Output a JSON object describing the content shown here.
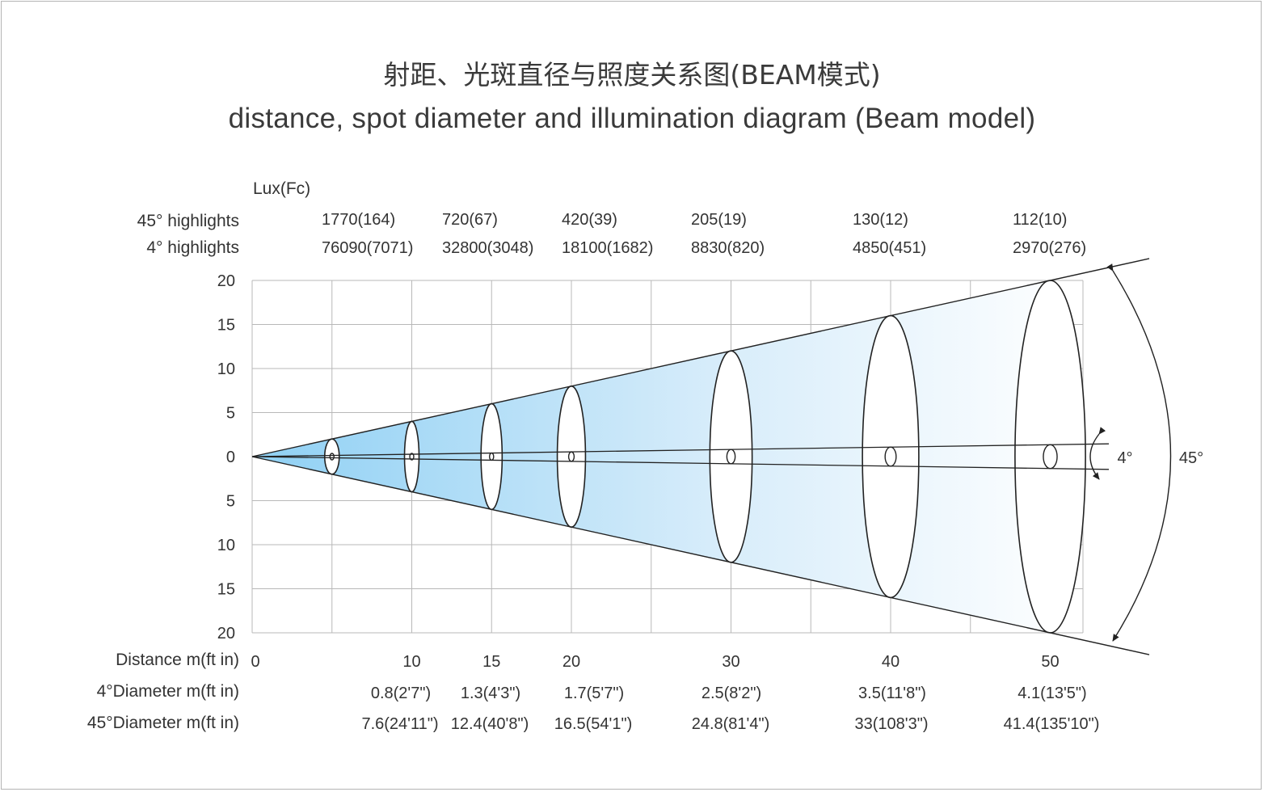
{
  "title_zh": "射距、光斑直径与照度关系图(BEAM模式)",
  "title_en": "distance, spot diameter and illumination diagram (Beam model)",
  "lux_header": "Lux(Fc)",
  "row_labels": {
    "highlights45": "45° highlights",
    "highlights4": "4° highlights",
    "distance": "Distance m(ft in)",
    "diameter4": "4°Diameter m(ft in)",
    "diameter45": "45°Diameter  m(ft in)"
  },
  "y_ticks": [
    "20",
    "15",
    "10",
    "5",
    "0",
    "5",
    "10",
    "15",
    "20"
  ],
  "distances": [
    {
      "d": 5,
      "label": "",
      "lux45": "1770(164)",
      "lux4": "76090(7071)",
      "dia4": "0.8(2'7\")",
      "dia45": "7.6(24'11\")"
    },
    {
      "d": 10,
      "label": "10",
      "lux45": "720(67)",
      "lux4": "32800(3048)",
      "dia4": "1.3(4'3\")",
      "dia45": "12.4(40'8\")"
    },
    {
      "d": 15,
      "label": "15",
      "lux45": "420(39)",
      "lux4": "18100(1682)",
      "dia4": "1.7(5'7\")",
      "dia45": "16.5(54'1\")"
    },
    {
      "d": 20,
      "label": "20",
      "lux45": "205(19)",
      "lux4": "8830(820)",
      "dia4": "2.5(8'2\")",
      "dia45": "24.8(81'4\")"
    },
    {
      "d": 30,
      "label": "30",
      "lux45": "130(12)",
      "lux4": "4850(451)",
      "dia4": "3.5(11'8\")",
      "dia45": "33(108'3\")"
    },
    {
      "d": 40,
      "label": "40",
      "lux45": "112(10)",
      "lux4": "2970(276)",
      "dia4": "4.1(13'5\")",
      "dia45": "41.4(135'10\")"
    },
    {
      "d": 50,
      "label": "50",
      "lux45": "",
      "lux4": "",
      "dia4": "",
      "dia45": ""
    }
  ],
  "origin_label": "0",
  "angle_small": "4°",
  "angle_large": "45°",
  "colors": {
    "beam_dark": "#8fd0f4",
    "beam_light": "#ffffff",
    "grid": "#b8b8b8",
    "line": "#222222"
  }
}
